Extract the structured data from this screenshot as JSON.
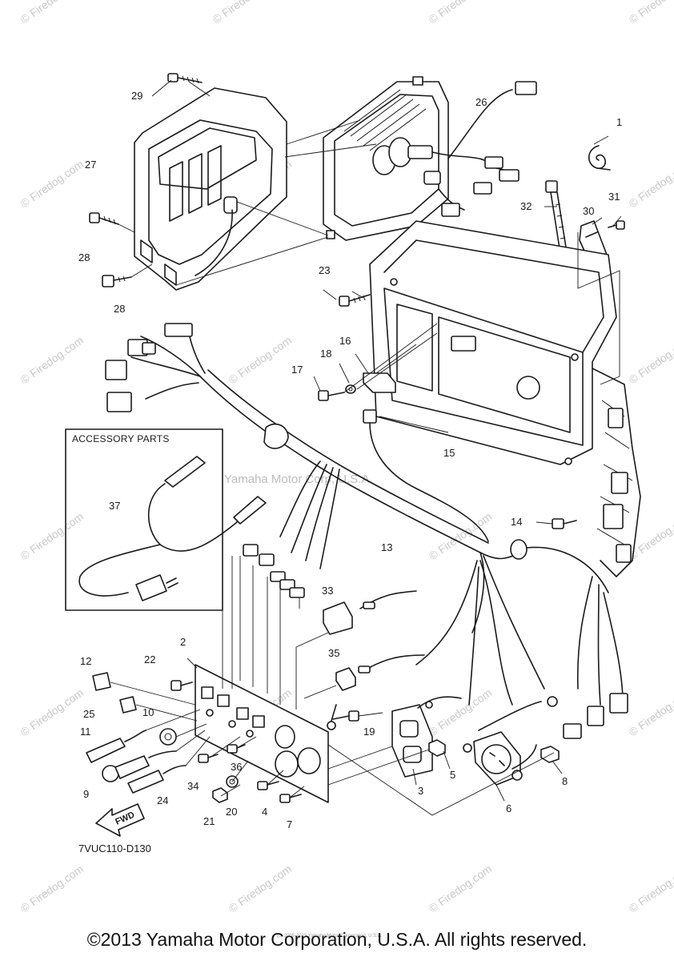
{
  "watermark": {
    "text": "© Firedog.com",
    "center_text": "Yamaha Motor Corp, U.S.A."
  },
  "accessory_box": {
    "label": "ACCESSORY PARTS"
  },
  "fwd_label": "FWD",
  "diagram_code": "7VUC110-D130",
  "copyright": "©2013 Yamaha Motor Corporation, U.S.A. All rights reserved.",
  "tiny_copyright": "(c) 2005-2015 Yamaha Motor Corporation, U.S.A.",
  "callouts": [
    "1",
    "2",
    "3",
    "4",
    "5",
    "6",
    "7",
    "8",
    "9",
    "10",
    "11",
    "12",
    "13",
    "14",
    "15",
    "16",
    "17",
    "18",
    "19",
    "20",
    "21",
    "22",
    "23",
    "24",
    "25",
    "26",
    "27",
    "28",
    "28",
    "29",
    "30",
    "31",
    "32",
    "33",
    "34",
    "35",
    "36",
    "37"
  ]
}
